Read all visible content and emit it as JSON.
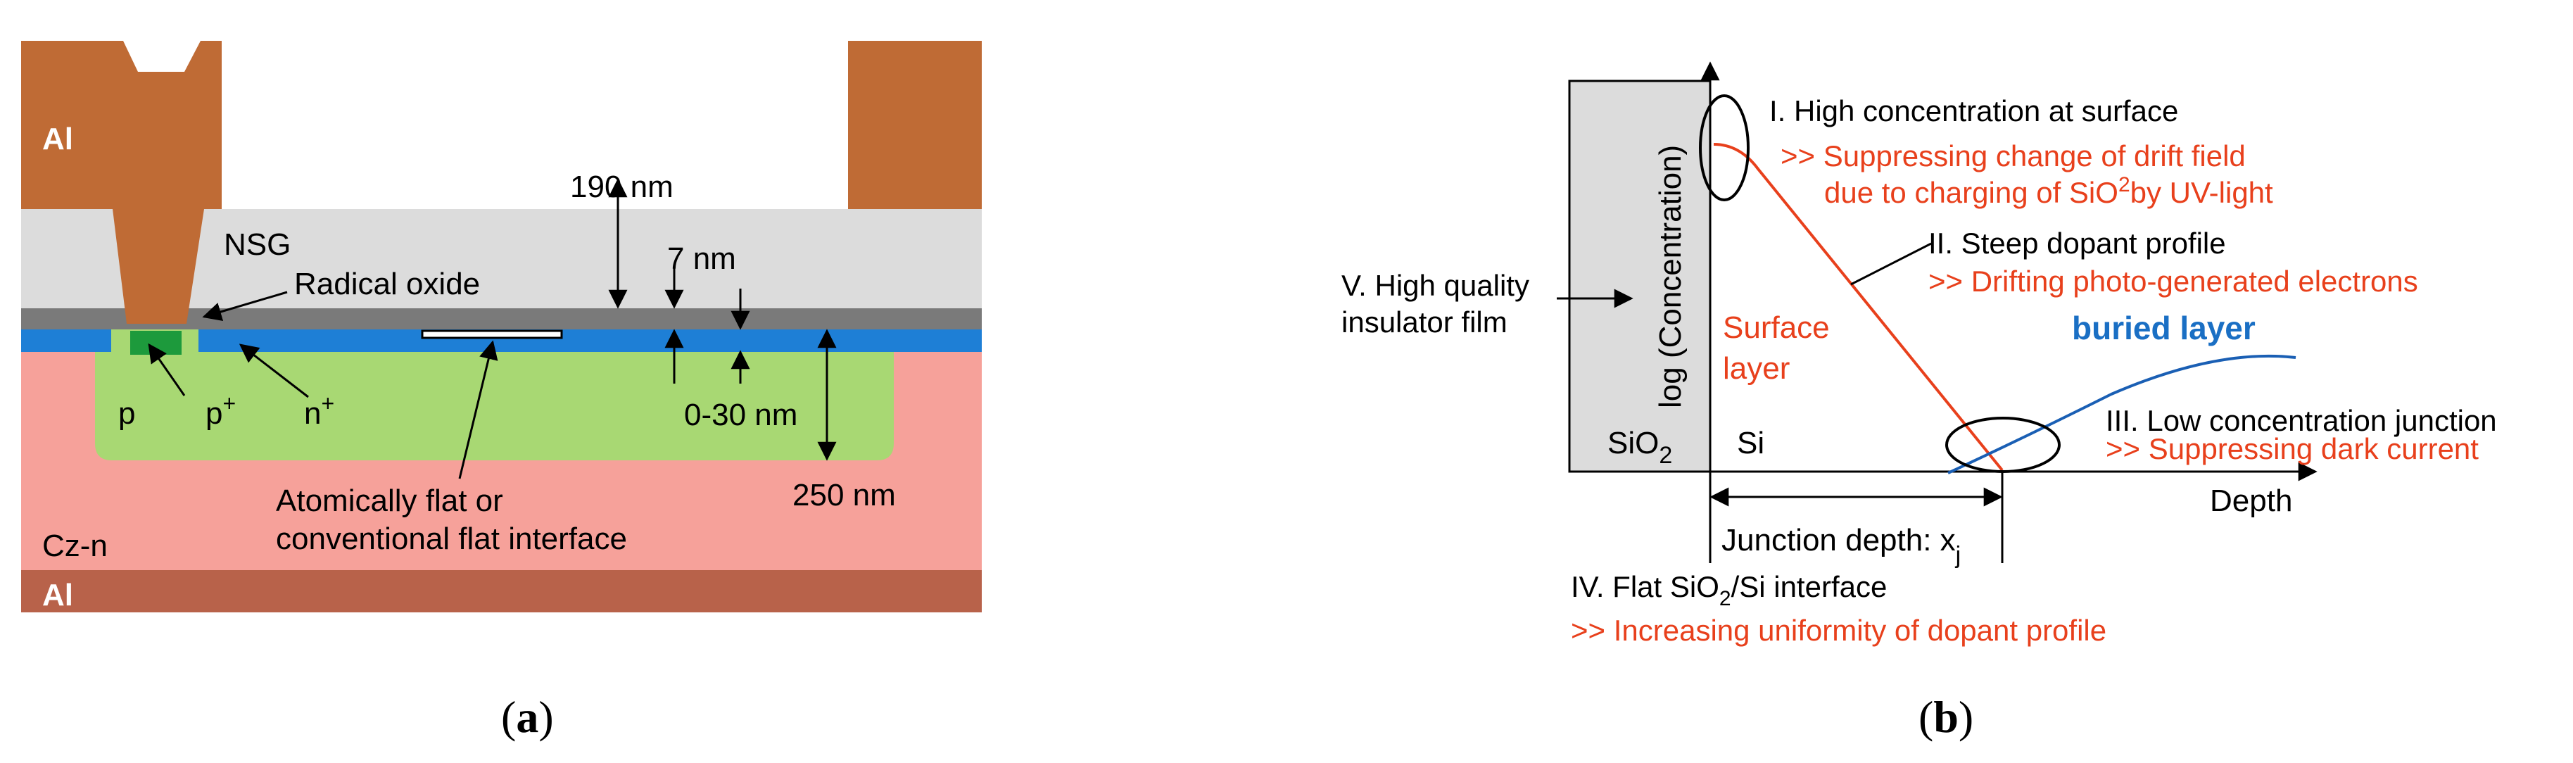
{
  "panel_a": {
    "caption": "(a)",
    "caption_letter": "a",
    "labels": {
      "al_top": "Al",
      "al_bottom": "Al",
      "nsg": "NSG",
      "radical_oxide": "Radical oxide",
      "dim_190": "190 nm",
      "dim_7": "7 nm",
      "dim_0_30": "0-30 nm",
      "dim_250": "250 nm",
      "p": "p",
      "p_plus": "p",
      "n_plus": "n",
      "plus": "+",
      "interface_line1": "Atomically flat or",
      "interface_line2": "conventional flat interface",
      "cz_n": "Cz-n"
    },
    "colors": {
      "aluminum": "#bf6b35",
      "aluminum_bottom": "#b8624a",
      "nsg": "#dcdcdc",
      "radical_oxide": "#7a7a7a",
      "n_plus_layer": "#1e7fd6",
      "p_region": "#a8d873",
      "p_plus": "#1d9a3c",
      "cz_n": "#f6a19a"
    }
  },
  "panel_b": {
    "caption": "(b)",
    "caption_letter": "b",
    "labels": {
      "y_axis": "log (Concentration)",
      "x_axis": "Depth",
      "sio2": "SiO",
      "sio2_sub": "2",
      "si": "Si",
      "surface_line1": "Surface",
      "surface_line2": "layer",
      "buried_layer": "buried layer",
      "junction_depth": "Junction depth: x",
      "junction_sub": "j",
      "v_line1": "V. High quality",
      "v_line2": "insulator film",
      "i_title": "I. High concentration at surface",
      "i_effect1": ">> Suppressing change of drift field",
      "i_effect2a": "due to charging of SiO",
      "i_effect2_sub": "2",
      "i_effect2b": "by UV-light",
      "ii_title": "II. Steep dopant profile",
      "ii_effect": ">> Drifting photo-generated electrons",
      "iii_title": "III. Low concentration junction",
      "iii_effect": ">> Suppressing dark current",
      "iv_title_a": "IV. Flat SiO",
      "iv_title_sub": "2",
      "iv_title_b": "/Si interface",
      "iv_effect": ">> Increasing uniformity of dopant profile"
    },
    "colors": {
      "effect_text": "#e8401c",
      "buried_text": "#1a6fc4",
      "surface_curve": "#e8401c",
      "buried_curve": "#1a5fb4",
      "oxide_fill": "#dcdcdc"
    }
  }
}
